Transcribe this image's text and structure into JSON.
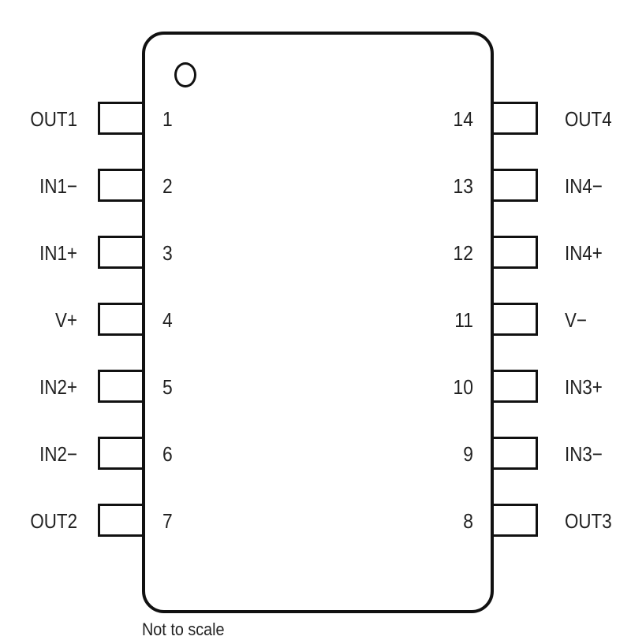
{
  "diagram": {
    "pins_left": [
      {
        "number": "1",
        "label": "OUT1"
      },
      {
        "number": "2",
        "label": "IN1−"
      },
      {
        "number": "3",
        "label": "IN1+"
      },
      {
        "number": "4",
        "label": "V+"
      },
      {
        "number": "5",
        "label": "IN2+"
      },
      {
        "number": "6",
        "label": "IN2−"
      },
      {
        "number": "7",
        "label": "OUT2"
      }
    ],
    "pins_right": [
      {
        "number": "14",
        "label": "OUT4"
      },
      {
        "number": "13",
        "label": "IN4−"
      },
      {
        "number": "12",
        "label": "IN4+"
      },
      {
        "number": "11",
        "label": "V−"
      },
      {
        "number": "10",
        "label": "IN3+"
      },
      {
        "number": "9",
        "label": "IN3−"
      },
      {
        "number": "8",
        "label": "OUT3"
      }
    ],
    "footnote": "Not to scale"
  }
}
